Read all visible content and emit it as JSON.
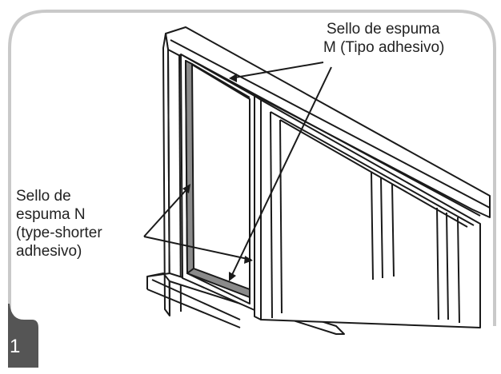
{
  "step": {
    "number": "1"
  },
  "callouts": {
    "foam_m": {
      "line1": "Sello de espuma",
      "line2": "M (Tipo adhesivo)"
    },
    "foam_n": {
      "line1": "Sello de",
      "line2": "espuma N",
      "line3": "(type-shorter",
      "line4": "adhesivo)"
    }
  },
  "colors": {
    "outline": "#1a1a1a",
    "panel_border": "#c9c9c9",
    "seal_fill": "#8a8a8a",
    "tab": "#555555"
  }
}
